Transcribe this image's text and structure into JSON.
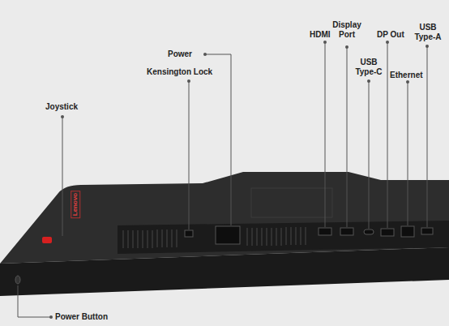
{
  "diagram": {
    "labels": [
      "Power",
      "Kensington Lock",
      "HDMI",
      "Display Port",
      "USB Type-C",
      "DP Out",
      "Ethernet",
      "USB Type-A",
      "Joystick",
      "Power Button",
      "Lenovo"
    ]
  }
}
